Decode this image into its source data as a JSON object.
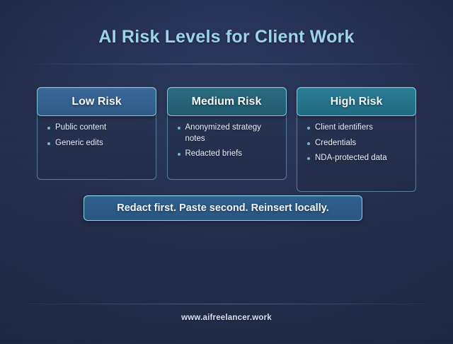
{
  "slide": {
    "title": "AI Risk Levels for Client Work",
    "background_color": "#232f4d",
    "title_color": "#9cd2ea"
  },
  "cards": [
    {
      "key": "low",
      "header": "Low Risk",
      "header_color": "#3a699a",
      "items": [
        "Public content",
        "Generic edits"
      ]
    },
    {
      "key": "medium",
      "header": "Medium Risk",
      "header_color": "#2a6b80",
      "items": [
        "Anonymized strategy notes",
        "Redacted briefs"
      ]
    },
    {
      "key": "high",
      "header": "High Risk",
      "header_color": "#2a7d96",
      "items": [
        "Client identifiers",
        "Credentials",
        "NDA-protected data"
      ]
    }
  ],
  "banner": {
    "text": "Redact first. Paste second. Reinsert locally.",
    "fill_color": "#2f608d",
    "border_color": "#8fcfe4"
  },
  "footer": {
    "url": "www.aifreelancer.work"
  }
}
